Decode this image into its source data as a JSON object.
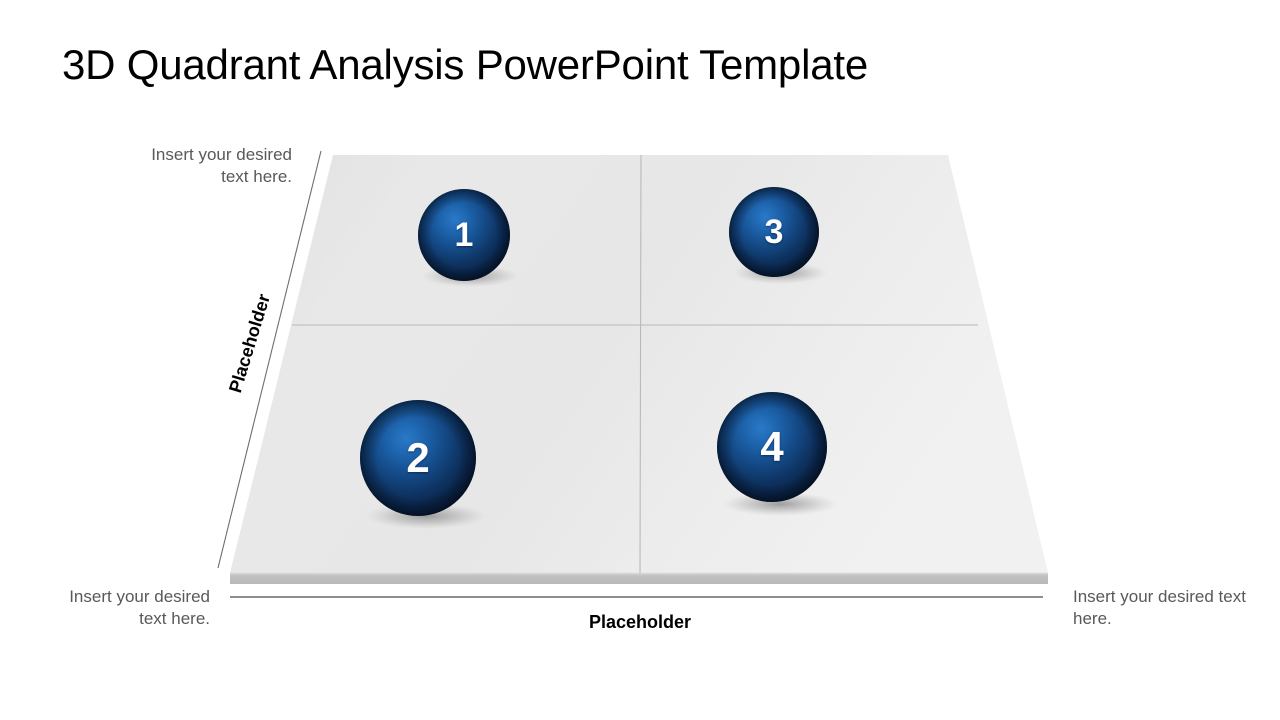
{
  "title": "3D Quadrant Analysis PowerPoint Template",
  "axes": {
    "y_label": "Placeholder",
    "x_label": "Placeholder"
  },
  "notes": {
    "top_left": "Insert your desired text here.",
    "bottom_left": "Insert your desired text here.",
    "bottom_right": "Insert your desired text here."
  },
  "quadrants": [
    {
      "id": "q1",
      "number": "1",
      "position": "top-left"
    },
    {
      "id": "q2",
      "number": "2",
      "position": "bottom-left"
    },
    {
      "id": "q3",
      "number": "3",
      "position": "top-right"
    },
    {
      "id": "q4",
      "number": "4",
      "position": "bottom-right"
    }
  ],
  "colors": {
    "sphere_highlight": "#1c63ab",
    "sphere_mid": "#103a6e",
    "sphere_edge": "#061529",
    "platform_light": "#ededed",
    "platform_dark": "#e2e2e2",
    "platform_base": "#bfbfbf",
    "divider": "#b4b4b4",
    "axis_line": "#595959",
    "title_text": "#000000",
    "note_text": "#595959",
    "background": "#ffffff"
  }
}
